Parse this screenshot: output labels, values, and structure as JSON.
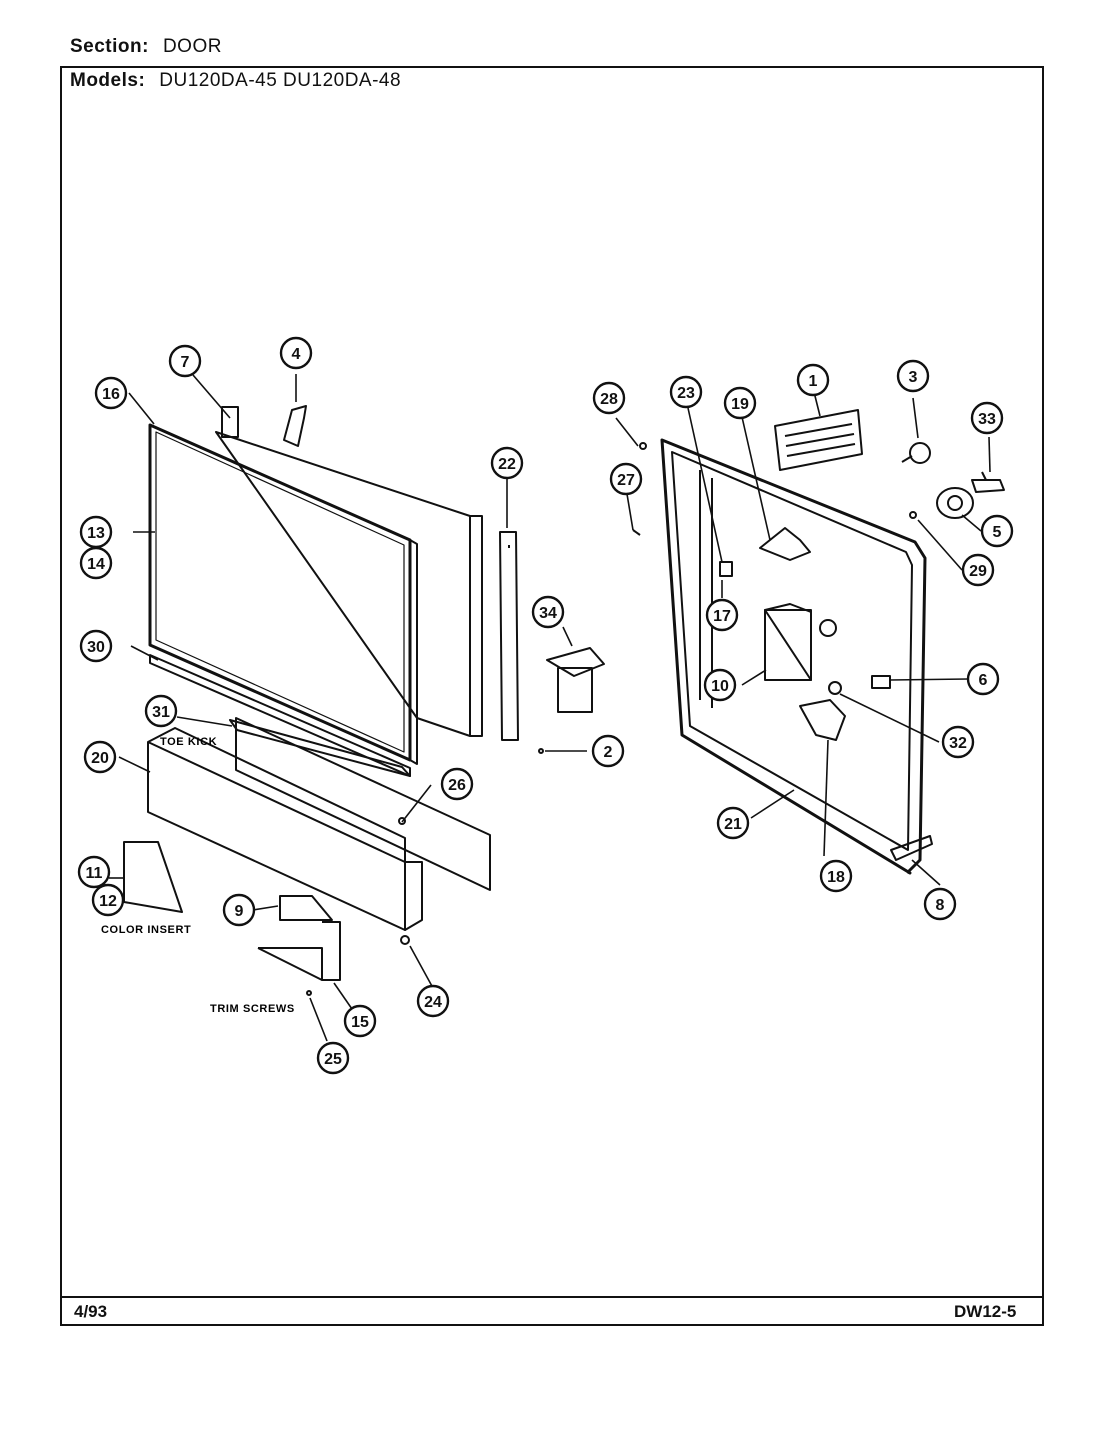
{
  "header": {
    "section_label": "Section:",
    "section_value": "DOOR",
    "models_label": "Models:",
    "models_value": "DU120DA-45  DU120DA-48"
  },
  "footer": {
    "date": "4/93",
    "code": "DW12-5"
  },
  "notes": {
    "toe_kick": "TOE KICK",
    "color_insert": "COLOR INSERT",
    "trim_screws": "TRIM SCREWS"
  },
  "callouts": [
    "1",
    "2",
    "3",
    "4",
    "5",
    "6",
    "7",
    "8",
    "9",
    "10",
    "11",
    "12",
    "13",
    "14",
    "15",
    "16",
    "17",
    "18",
    "19",
    "20",
    "21",
    "22",
    "23",
    "24",
    "25",
    "26",
    "27",
    "28",
    "29",
    "30",
    "31",
    "32",
    "33",
    "34"
  ]
}
